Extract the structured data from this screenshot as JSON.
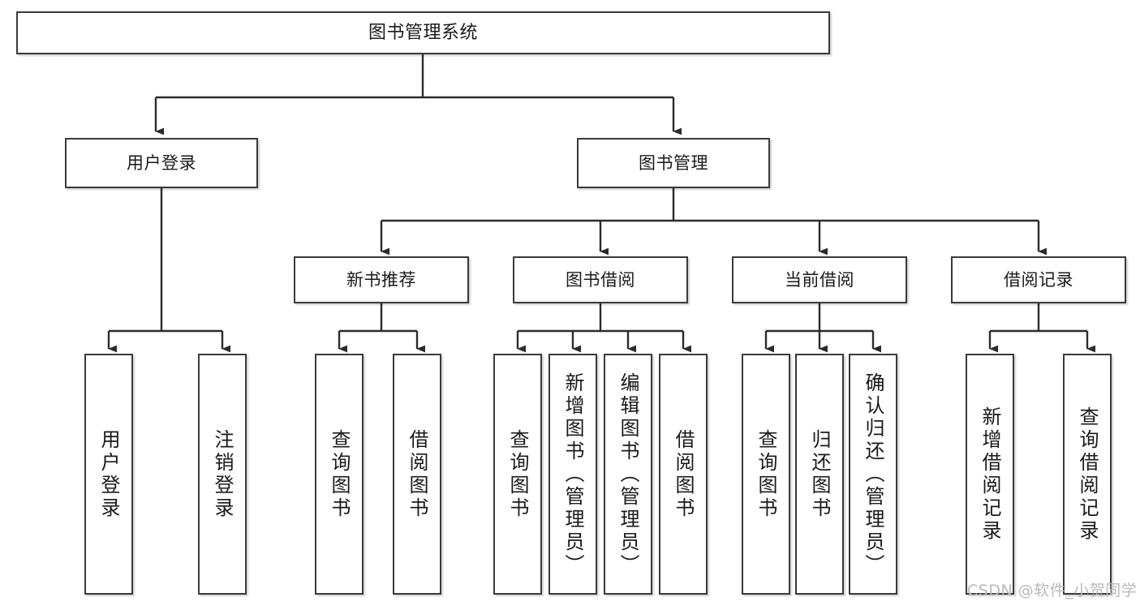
{
  "diagram": {
    "type": "tree-hierarchy",
    "title": "图书管理系统",
    "watermark": "CSDN @软件_小贺同学",
    "colors": {
      "box_border": "#3a3a3a",
      "box_fill": "#ffffff",
      "connector": "#2b2b2b",
      "text": "#1a1a1a",
      "watermark": "#b9b9b9"
    },
    "nodes": {
      "root": {
        "label": "图书管理系统",
        "level": 1
      },
      "l2": [
        {
          "id": "user-login",
          "label": "用户登录",
          "level": 2
        },
        {
          "id": "book-manage",
          "label": "图书管理",
          "level": 2
        }
      ],
      "l3": [
        {
          "id": "new-book-recommend",
          "label": "新书推荐",
          "level": 3
        },
        {
          "id": "book-borrow",
          "label": "图书借阅",
          "level": 3
        },
        {
          "id": "current-borrow",
          "label": "当前借阅",
          "level": 3
        },
        {
          "id": "borrow-record",
          "label": "借阅记录",
          "level": 3
        }
      ],
      "leaves": [
        {
          "id": "leaf-user-login",
          "label": "用户登录",
          "parent": "user-login"
        },
        {
          "id": "leaf-logout",
          "label": "注销登录",
          "parent": "user-login"
        },
        {
          "id": "leaf-query-book-1",
          "label": "查询图书",
          "parent": "new-book-recommend"
        },
        {
          "id": "leaf-borrow-book-1",
          "label": "借阅图书",
          "parent": "new-book-recommend"
        },
        {
          "id": "leaf-query-book-2",
          "label": "查询图书",
          "parent": "book-borrow"
        },
        {
          "id": "leaf-add-book",
          "label": "新增图书（管理员）",
          "parent": "book-borrow"
        },
        {
          "id": "leaf-edit-book",
          "label": "编辑图书（管理员）",
          "parent": "book-borrow"
        },
        {
          "id": "leaf-borrow-book-2",
          "label": "借阅图书",
          "parent": "book-borrow"
        },
        {
          "id": "leaf-query-book-3",
          "label": "查询图书",
          "parent": "current-borrow"
        },
        {
          "id": "leaf-return-book",
          "label": "归还图书",
          "parent": "current-borrow"
        },
        {
          "id": "leaf-confirm-return",
          "label": "确认归还（管理员）",
          "parent": "current-borrow"
        },
        {
          "id": "leaf-add-record",
          "label": "新增借阅记录",
          "parent": "borrow-record"
        },
        {
          "id": "leaf-query-record",
          "label": "查询借阅记录",
          "parent": "borrow-record"
        }
      ]
    }
  }
}
